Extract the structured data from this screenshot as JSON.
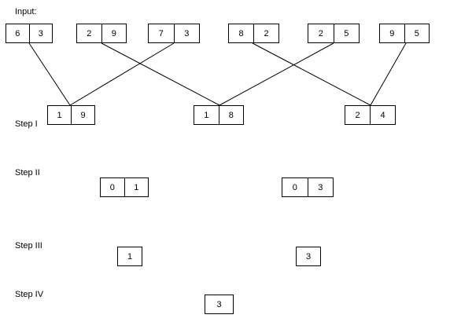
{
  "labels": {
    "input": "Input:",
    "step1": "Step I",
    "step2": "Step II",
    "step3": "Step III",
    "step4": "Step IV"
  },
  "input_pairs": [
    [
      "6",
      "3"
    ],
    [
      "2",
      "9"
    ],
    [
      "7",
      "3"
    ],
    [
      "8",
      "2"
    ],
    [
      "2",
      "5"
    ],
    [
      "9",
      "5"
    ]
  ],
  "step1_pairs": [
    [
      "1",
      "9"
    ],
    [
      "1",
      "8"
    ],
    [
      "2",
      "4"
    ]
  ],
  "step2_pairs": [
    [
      "0",
      "1"
    ],
    [
      "0",
      "3"
    ]
  ],
  "step3_values": [
    "1",
    "3"
  ],
  "step4_value": "3"
}
